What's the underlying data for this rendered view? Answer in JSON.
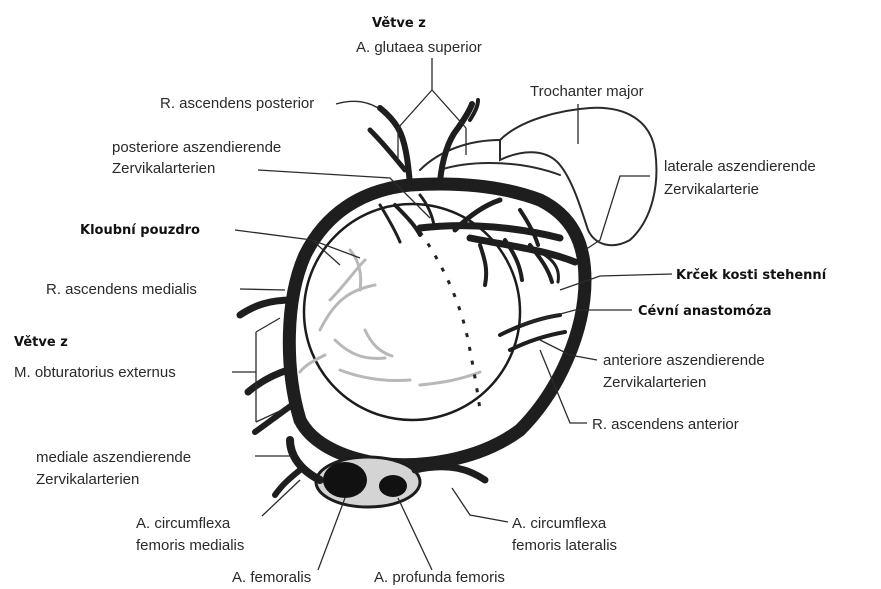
{
  "labels": {
    "vetve_z_top": "Větve z",
    "glutaea": "A. glutaea superior",
    "r_asc_post": "R. ascendens posterior",
    "trochanter": "Trochanter major",
    "post_asz_1": "posteriore aszendierende",
    "post_asz_2": "Zervikalarterien",
    "lat_asz_1": "laterale aszendierende",
    "lat_asz_2": "Zervikalarterie",
    "kloubni": "Kloubní pouzdro",
    "krcek": "Krček kosti stehenní",
    "r_asc_med": "R. ascendens medialis",
    "cevni": "Cévní anastomóza",
    "vetve_z_left": "Větve z",
    "obturatorius": "M. obturatorius externus",
    "ant_asz_1": "anteriore aszendierende",
    "ant_asz_2": "Zervikalarterien",
    "r_asc_ant": "R. ascendens anterior",
    "med_asz_1": "mediale aszendierende",
    "med_asz_2": "Zervikalarterien",
    "circ_med_1": "A. circumflexa",
    "circ_med_2": "femoris medialis",
    "circ_lat_1": "A. circumflexa",
    "circ_lat_2": "femoris lateralis",
    "femoralis": "A. femoralis",
    "profunda": "A. profunda femoris"
  }
}
